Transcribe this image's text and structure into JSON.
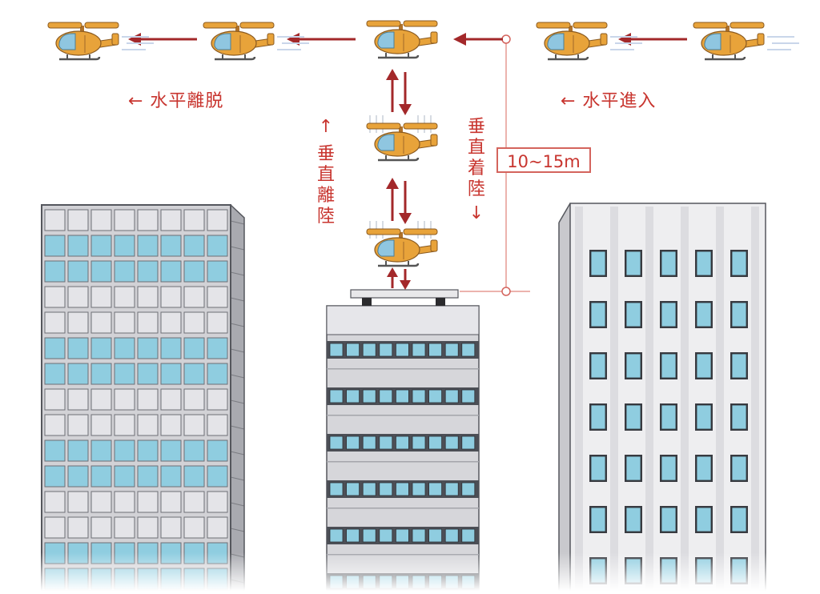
{
  "labels": {
    "horizontal_departure": "← 水平離脱",
    "horizontal_approach": "← 水平進入",
    "vertical_takeoff_arrow": "↑",
    "vertical_takeoff": "垂直離陸",
    "vertical_landing": "垂直着陸",
    "vertical_landing_arrow": "↓",
    "height": "10~15m"
  },
  "colors": {
    "label_red": "#c8352f",
    "arrow_red": "#a3282a",
    "guide_line": "#e59a93",
    "heli_body": "#e8a33a",
    "heli_window": "#8fc6e0",
    "glass": "#8fcde0",
    "wall_light": "#eeeef0",
    "wall_mid": "#d2d2d6",
    "frame_dark": "#55575d"
  },
  "icons": {
    "vehicle": "helicopter-icon",
    "flight_arrow": "arrow-left-icon",
    "vertical_arrow": "double-vertical-arrow-icon"
  }
}
